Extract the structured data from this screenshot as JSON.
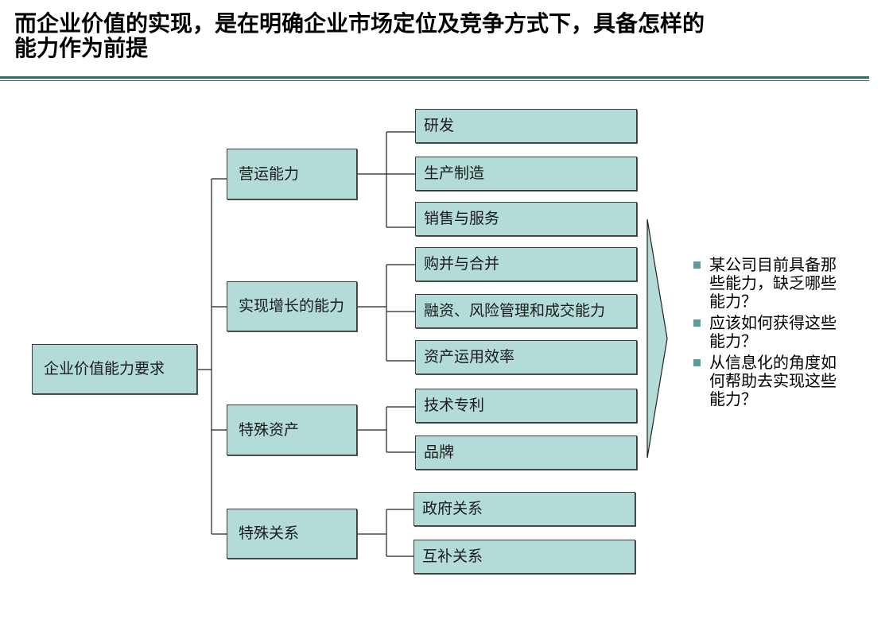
{
  "title": "而企业价值的实现，是在明确企业市场定位及竞争方式下，具备怎样的能力作为前提",
  "root": "企业价值能力要求",
  "categories": [
    {
      "label": "营运能力",
      "items": [
        "研发",
        "生产制造",
        "销售与服务"
      ]
    },
    {
      "label": "实现增长的能力",
      "items": [
        "购并与合并",
        "融资、风险管理和成交能力",
        "资产运用效率"
      ]
    },
    {
      "label": "特殊资产",
      "items": [
        "技术专利",
        "品牌"
      ]
    },
    {
      "label": "特殊关系",
      "items": [
        "政府关系",
        "互补关系"
      ]
    }
  ],
  "questions": [
    "某公司目前具备那些能力，缺乏哪些能力？",
    "应该如何获得这些能力？",
    "从信息化的角度如何帮助去实现这些能力？"
  ],
  "colors": {
    "box_fill": "#b3dcd8",
    "rule": "#2f6b67",
    "bullet": "#5a9c97"
  }
}
